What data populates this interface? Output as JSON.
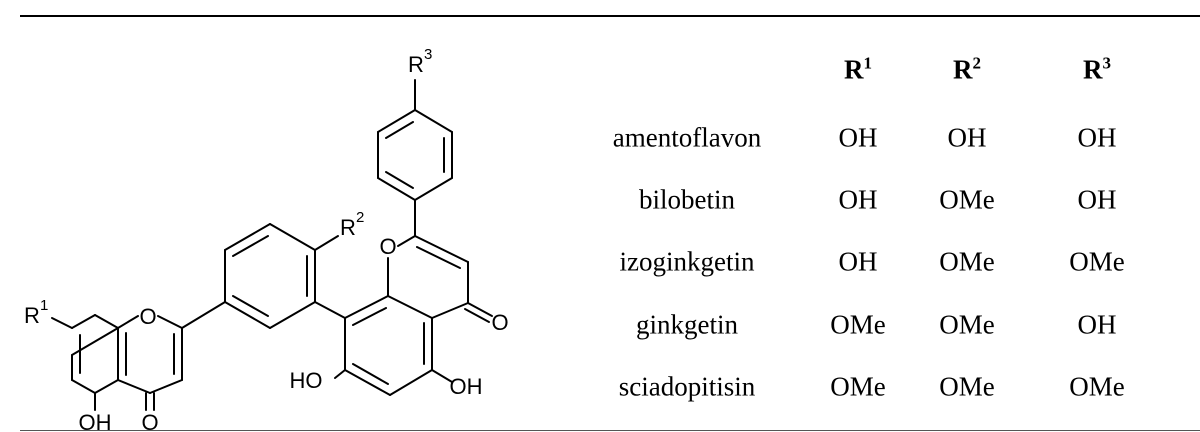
{
  "structure": {
    "atom_labels": {
      "ring_oxygen_left": "O",
      "ring_oxygen_right": "O",
      "carbonyl_oxygen_left": "O",
      "carbonyl_oxygen_right": "O",
      "hydroxyl_left": "OH",
      "hydroxyl_bottom_left": "HO",
      "hydroxyl_bottom_right": "OH"
    },
    "substituents": [
      {
        "letter": "R",
        "index": "1"
      },
      {
        "letter": "R",
        "index": "2"
      },
      {
        "letter": "R",
        "index": "3"
      }
    ]
  },
  "table": {
    "headers": [
      {
        "letter": "R",
        "index": "1"
      },
      {
        "letter": "R",
        "index": "2"
      },
      {
        "letter": "R",
        "index": "3"
      }
    ],
    "rows": [
      {
        "name": "amentoflavon",
        "values": [
          "OH",
          "OH",
          "OH"
        ]
      },
      {
        "name": "bilobetin",
        "values": [
          "OH",
          "OMe",
          "OH"
        ]
      },
      {
        "name": "izoginkgetin",
        "values": [
          "OH",
          "OMe",
          "OMe"
        ]
      },
      {
        "name": "ginkgetin",
        "values": [
          "OMe",
          "OMe",
          "OH"
        ]
      },
      {
        "name": "sciadopitisin",
        "values": [
          "OMe",
          "OMe",
          "OMe"
        ]
      }
    ]
  }
}
